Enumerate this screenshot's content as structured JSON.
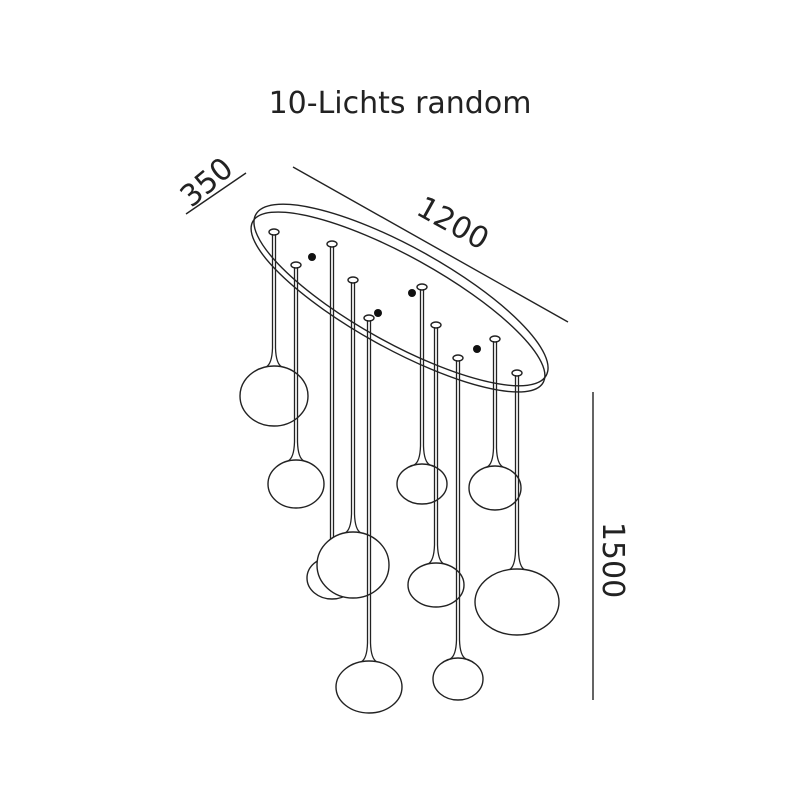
{
  "title": "10-Lichts random",
  "dimensions": {
    "depth": "350",
    "width": "1200",
    "height": "1500"
  },
  "colors": {
    "stroke": "#222222",
    "background": "#ffffff"
  }
}
